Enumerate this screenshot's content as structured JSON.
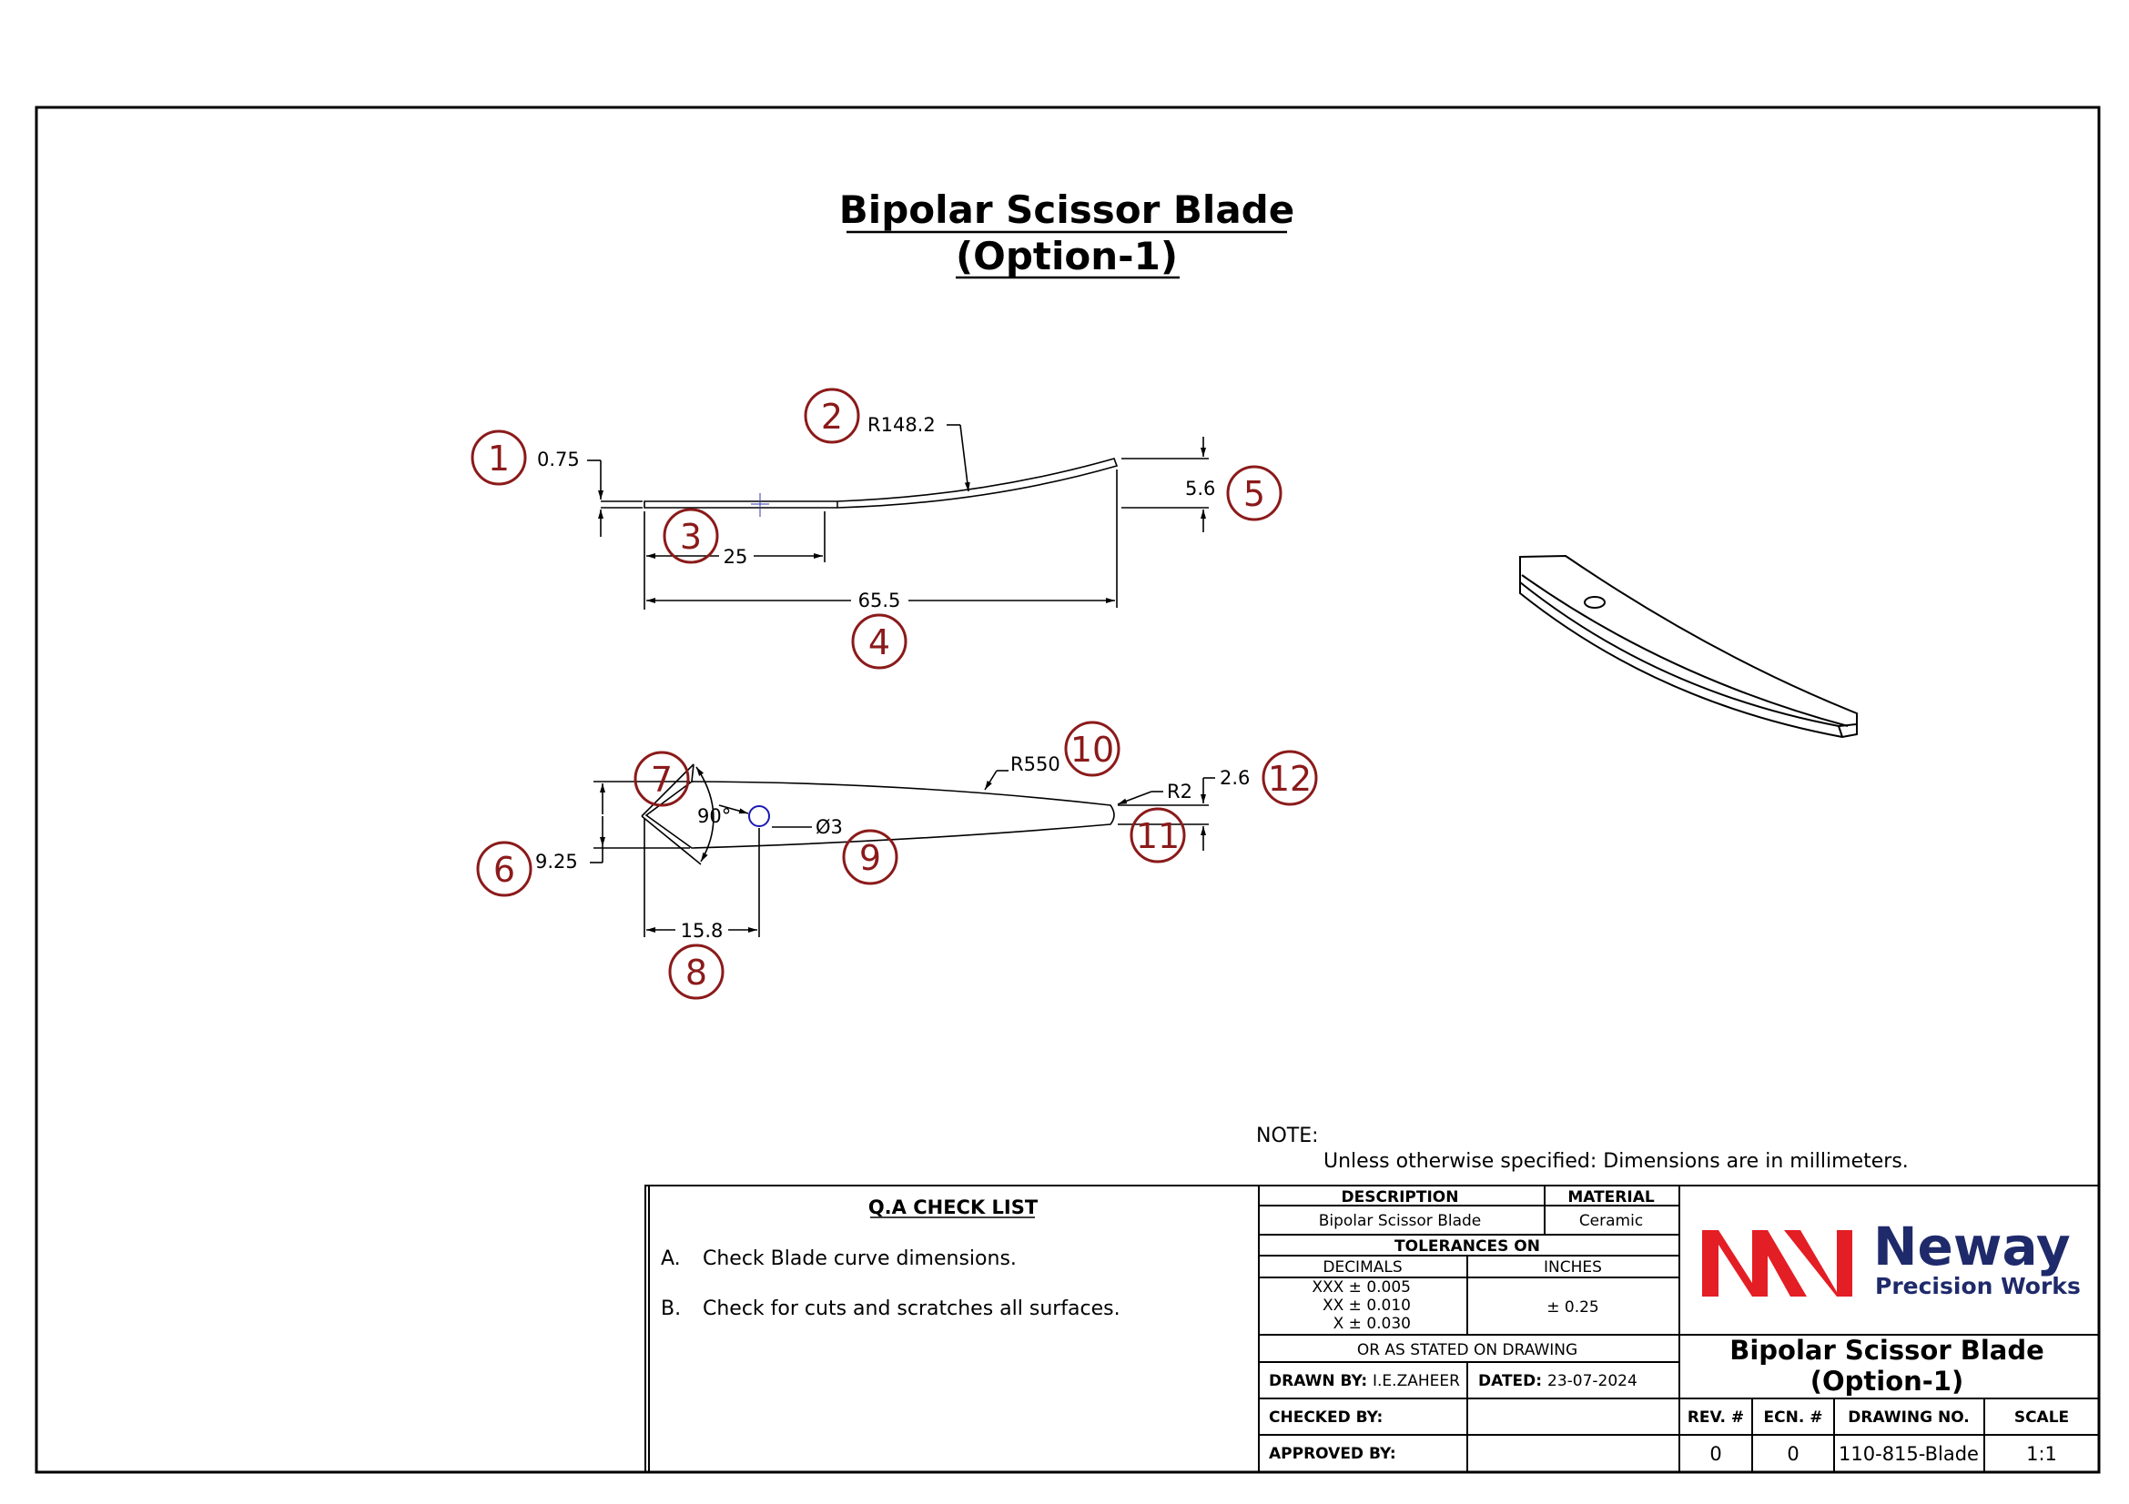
{
  "title": {
    "line1": "Bipolar Scissor Blade",
    "line2": "(Option-1)"
  },
  "side_view": {
    "dims": {
      "thickness": "0.75",
      "radius": "R148.2",
      "flat_length": "25",
      "total_length": "65.5",
      "rise": "5.6"
    },
    "balloons": [
      "1",
      "2",
      "3",
      "4",
      "5"
    ]
  },
  "top_view": {
    "dims": {
      "width": "9.25",
      "angle": "90°",
      "hole": "Ø3",
      "hole_offset": "15.8",
      "edge_radius": "R550",
      "tip_radius": "R2",
      "tip_width": "2.6"
    },
    "balloons": [
      "6",
      "7",
      "8",
      "9",
      "10",
      "11",
      "12"
    ]
  },
  "note": {
    "heading": "NOTE:",
    "text": "Unless otherwise specified: Dimensions are in millimeters."
  },
  "qa": {
    "title": "Q.A CHECK LIST",
    "items": [
      {
        "letter": "A.",
        "text": "Check Blade curve dimensions."
      },
      {
        "letter": "B.",
        "text": "Check for cuts and scratches all surfaces."
      }
    ]
  },
  "spec": {
    "description_header": "DESCRIPTION",
    "material_header": "MATERIAL",
    "description": "Bipolar Scissor Blade",
    "material": "Ceramic",
    "tolerances_header": "TOLERANCES ON",
    "decimals_header": "DECIMALS",
    "inches_header": "INCHES",
    "tol_xxx": "XXX ± 0.005",
    "tol_xx": "XX ± 0.010",
    "tol_x": "X ± 0.030",
    "tol_inches": "± 0.25",
    "or_stated": "OR AS STATED ON DRAWING",
    "drawn_by_label": "DRAWN BY:",
    "drawn_by": "I.E.ZAHEER",
    "dated_label": "DATED:",
    "dated": "23-07-2024",
    "checked_by_label": "CHECKED BY:",
    "approved_by_label": "APPROVED BY:"
  },
  "company": {
    "name": "Neway",
    "sub": "Precision Works",
    "red": "#e31e24",
    "navy": "#1f2a6b"
  },
  "title_block": {
    "part_title_line1": "Bipolar Scissor Blade",
    "part_title_line2": "(Option-1)",
    "rev_label": "REV. #",
    "ecn_label": "ECN. #",
    "drawing_no_label": "DRAWING NO.",
    "scale_label": "SCALE",
    "rev": "0",
    "ecn": "0",
    "drawing_no": "110-815-Blade",
    "scale": "1:1"
  }
}
